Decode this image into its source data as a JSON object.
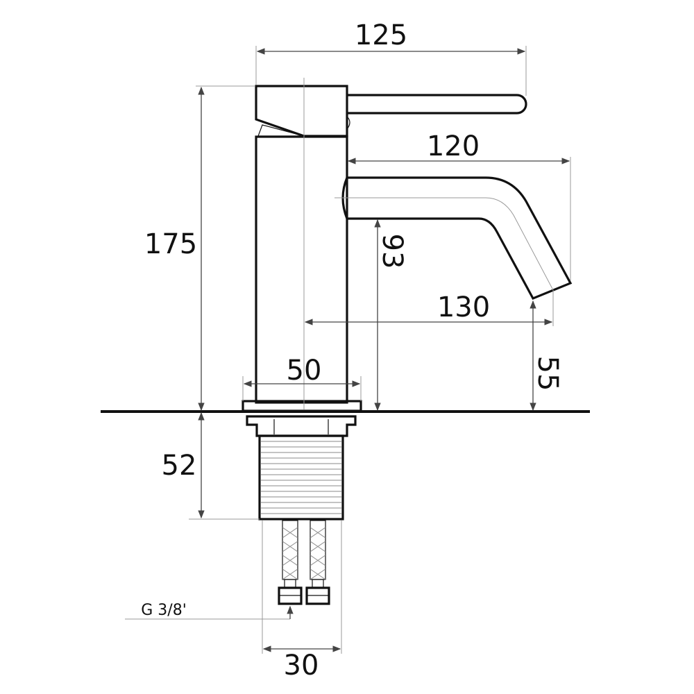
{
  "dimensions": {
    "overall_handle_width": "125",
    "spout_reach": "120",
    "total_height": "175",
    "spout_height": "93",
    "spout_projection": "130",
    "spout_tip_height": "55",
    "base_diameter": "50",
    "shank_length": "52",
    "hose_spacing": "30",
    "thread_size": "G 3/8'"
  },
  "colors": {
    "line": "#111111",
    "dimension": "#444444",
    "background": "#ffffff"
  }
}
